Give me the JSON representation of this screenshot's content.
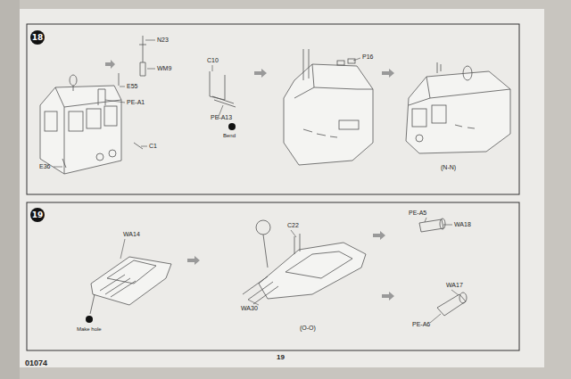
{
  "diagram": {
    "nodes": [
      {
        "text": [
          "18"
        ]
      },
      {
        "text": [
          "19"
        ]
      }
    ],
    "labels": [
      "N23",
      "WM9",
      "E55",
      "PE-A1",
      "C1",
      "E36",
      "C10",
      "PE-A13",
      "Bend",
      "P16",
      "(N-N)",
      "WA14",
      "Make hole",
      "C22",
      "WA30",
      "(O-O)",
      "PE-A5",
      "WA18",
      "WA17",
      "PE-A6",
      "01074",
      "19"
    ]
  }
}
